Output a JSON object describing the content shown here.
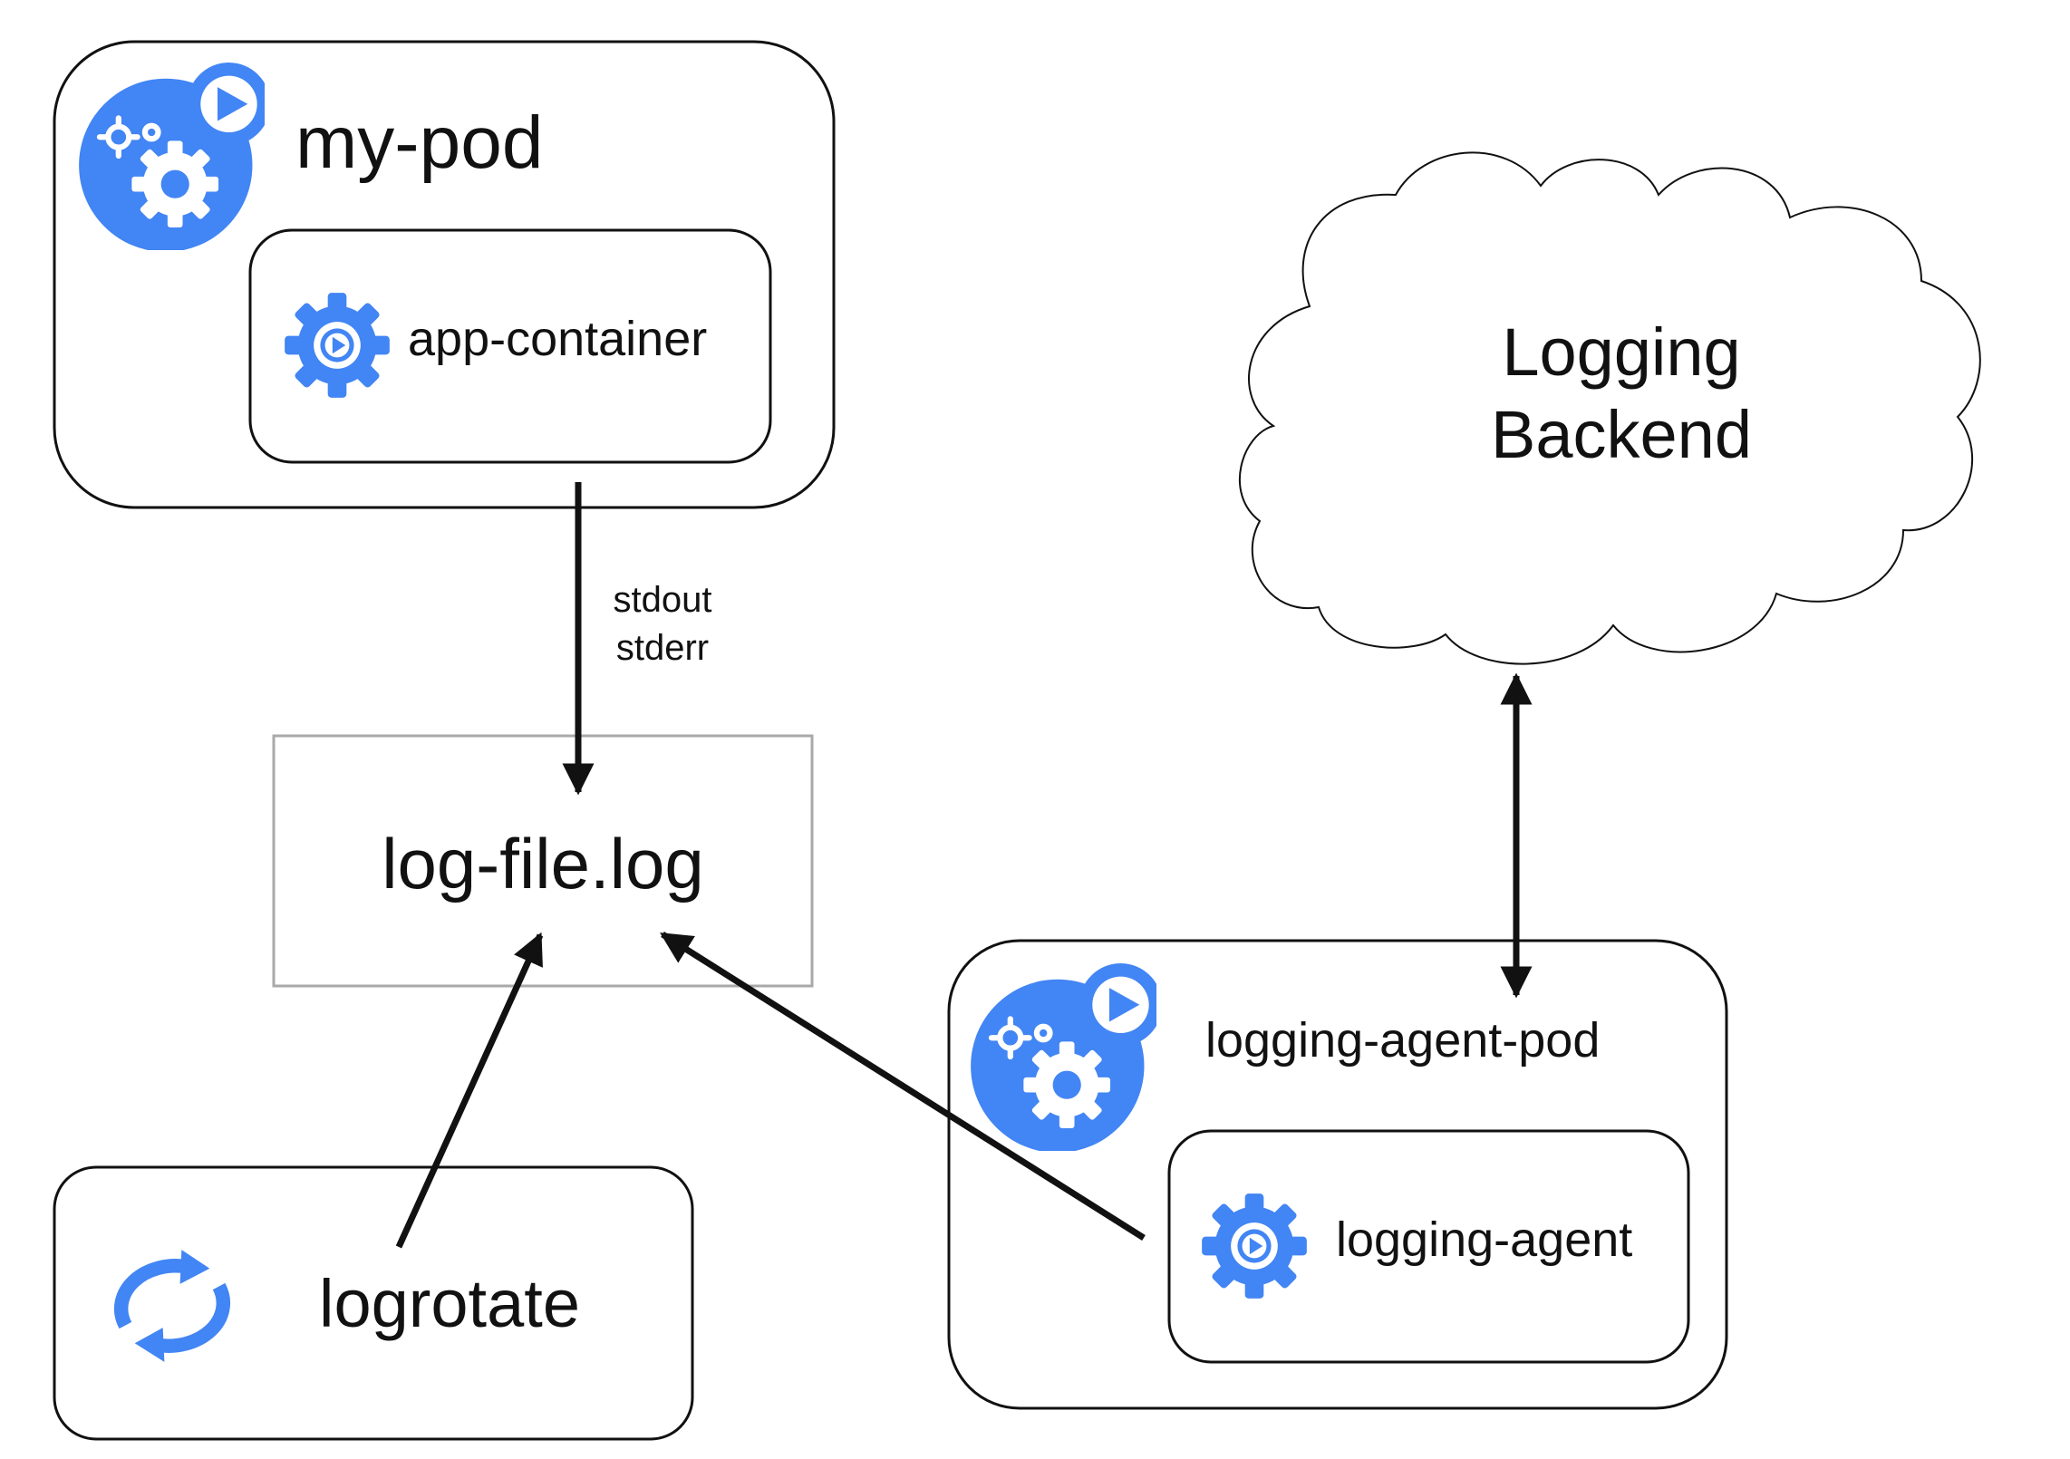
{
  "diagram": {
    "my_pod": {
      "label": "my-pod"
    },
    "app_container": {
      "label": "app-container"
    },
    "edge_stdout": {
      "line1": "stdout",
      "line2": "stderr"
    },
    "log_file": {
      "label": "log-file.log"
    },
    "logrotate": {
      "label": "logrotate"
    },
    "logging_backend": {
      "line1": "Logging",
      "line2": "Backend"
    },
    "logging_agent_pod": {
      "label": "logging-agent-pod"
    },
    "logging_agent": {
      "label": "logging-agent"
    }
  },
  "icons": {
    "pod": "pod-icon",
    "container": "container-icon",
    "rotate": "rotate-icon"
  },
  "colors": {
    "accent": "#4285f4",
    "stroke": "#111111",
    "file_box_stroke": "#a9a9a9",
    "background": "#ffffff"
  }
}
